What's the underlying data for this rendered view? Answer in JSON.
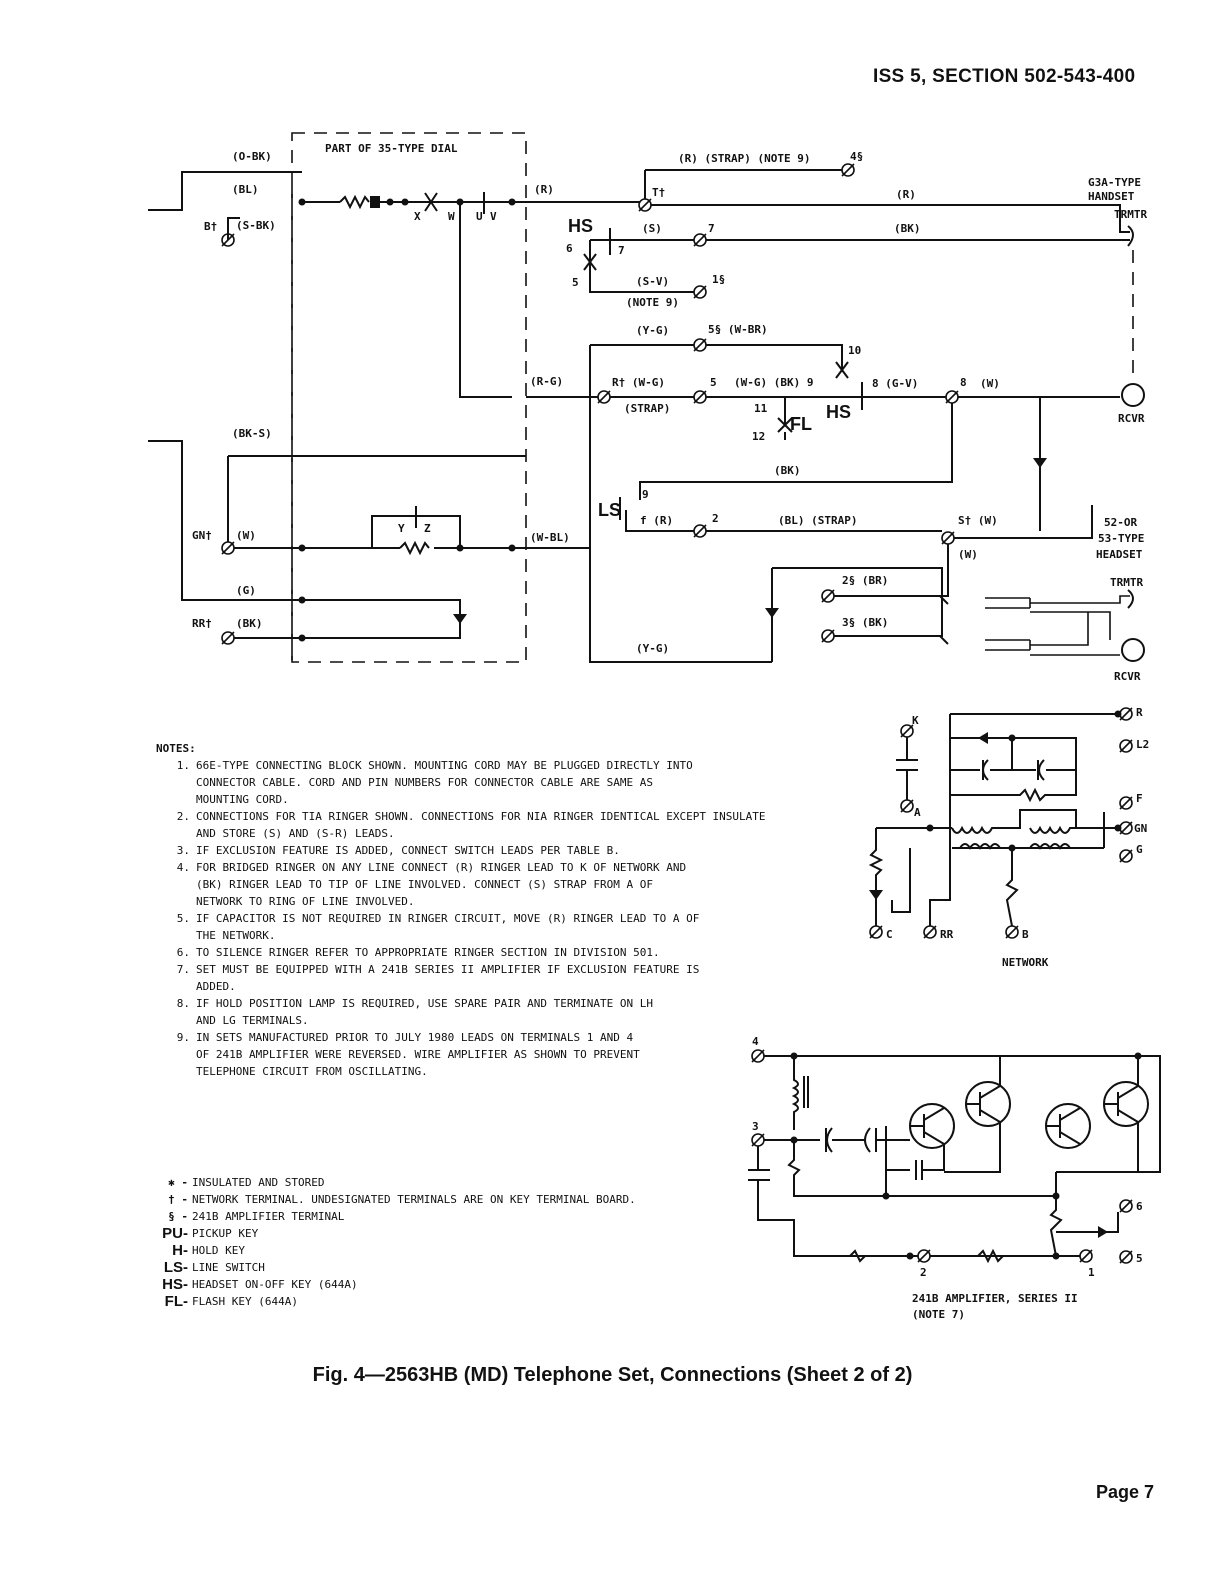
{
  "header": {
    "section": "ISS 5, SECTION 502-543-400"
  },
  "figure": {
    "caption": "Fig. 4—2563HB (MD) Telephone Set, Connections (Sheet 2 of 2)"
  },
  "page": {
    "number": "Page 7"
  },
  "schematic": {
    "dial_box": "PART OF 35-TYPE DIAL",
    "dial_contacts": [
      "X",
      "W",
      "U",
      "V",
      "Y",
      "Z"
    ],
    "left_terminals": [
      "(O-BK)",
      "(BL)",
      "B†",
      "(S-BK)",
      "(BK-S)",
      "GN†",
      "(W)",
      "(G)",
      "RR†",
      "(BK)"
    ],
    "center_labels": [
      "(R)",
      "(R-G)",
      "(W-BL)",
      "(R) (STRAP) (NOTE 9)",
      "4§",
      "T†",
      "HS",
      "(S)",
      "7",
      "6",
      "5",
      "(S-V)",
      "1§",
      "(NOTE 9)",
      "(Y-G)",
      "5§ (W-BR)",
      "10",
      "R† (W-G)",
      "5",
      "(W-G) (BK) 9",
      "8 (G-V)",
      "8",
      "(W)",
      "(STRAP)",
      "11",
      "12",
      "FL",
      "HS",
      "(BK)",
      "LS",
      "9",
      "f (R)",
      "2",
      "(BL) (STRAP)",
      "S† (W)",
      "(W)",
      "2§ (BR)",
      "3§ (BK)",
      "(Y-G)",
      "(R)",
      "(BK)"
    ],
    "right_labels": {
      "handset": [
        "G3A-TYPE",
        "HANDSET"
      ],
      "headset": [
        "52-OR",
        "53-TYPE",
        "HEADSET"
      ],
      "trmtr": "TRMTR",
      "rcvr": "RCVR"
    },
    "network": {
      "title": "NETWORK",
      "terminals": [
        "K",
        "A",
        "R",
        "L2",
        "F",
        "GN",
        "G",
        "C",
        "RR",
        "B"
      ]
    },
    "amplifier": {
      "title": "241B AMPLIFIER, SERIES II",
      "note": "(NOTE 7)",
      "terminals": [
        "4",
        "3",
        "6",
        "5",
        "2",
        "1"
      ]
    }
  },
  "notes": {
    "heading": "NOTES:",
    "items": [
      {
        "num": "1.",
        "text": "66E-TYPE CONNECTING BLOCK SHOWN. MOUNTING CORD MAY BE PLUGGED DIRECTLY INTO\nCONNECTOR CABLE. CORD AND PIN NUMBERS FOR CONNECTOR CABLE ARE SAME AS\nMOUNTING CORD."
      },
      {
        "num": "2.",
        "text": "CONNECTIONS FOR TIA RINGER SHOWN. CONNECTIONS FOR NIA RINGER IDENTICAL EXCEPT INSULATE\nAND STORE (S) AND (S-R) LEADS."
      },
      {
        "num": "3.",
        "text": "IF EXCLUSION FEATURE IS ADDED, CONNECT SWITCH LEADS PER TABLE B."
      },
      {
        "num": "4.",
        "text": "FOR BRIDGED RINGER ON ANY LINE CONNECT (R) RINGER LEAD TO K OF NETWORK AND\n(BK) RINGER LEAD TO TIP OF LINE INVOLVED. CONNECT (S) STRAP FROM A OF\nNETWORK TO RING OF LINE INVOLVED."
      },
      {
        "num": "5.",
        "text": "IF CAPACITOR IS NOT REQUIRED IN RINGER CIRCUIT, MOVE (R) RINGER LEAD TO A OF\nTHE NETWORK."
      },
      {
        "num": "6.",
        "text": "TO SILENCE RINGER REFER TO APPROPRIATE RINGER SECTION IN DIVISION 501."
      },
      {
        "num": "7.",
        "text": "SET MUST BE EQUIPPED WITH A 241B SERIES II AMPLIFIER IF EXCLUSION FEATURE IS\nADDED."
      },
      {
        "num": "8.",
        "text": "IF HOLD POSITION LAMP IS REQUIRED, USE SPARE PAIR AND TERMINATE ON LH\nAND LG TERMINALS."
      },
      {
        "num": "9.",
        "text": "IN SETS MANUFACTURED PRIOR TO JULY 1980 LEADS ON TERMINALS 1 AND 4\nOF 241B AMPLIFIER WERE REVERSED. WIRE AMPLIFIER AS SHOWN TO PREVENT\nTELEPHONE CIRCUIT FROM OSCILLATING."
      }
    ]
  },
  "legend": [
    {
      "sym": "✱ -",
      "desc": "INSULATED AND STORED"
    },
    {
      "sym": "† -",
      "desc": "NETWORK TERMINAL. UNDESIGNATED TERMINALS ARE ON KEY TERMINAL BOARD."
    },
    {
      "sym": "§ -",
      "desc": "241B AMPLIFIER TERMINAL"
    },
    {
      "sym": "PU-",
      "desc": "PICKUP KEY"
    },
    {
      "sym": "H-",
      "desc": "HOLD KEY"
    },
    {
      "sym": "LS-",
      "desc": "LINE SWITCH"
    },
    {
      "sym": "HS-",
      "desc": "HEADSET ON-OFF KEY (644A)"
    },
    {
      "sym": "FL-",
      "desc": "FLASH KEY (644A)"
    }
  ]
}
